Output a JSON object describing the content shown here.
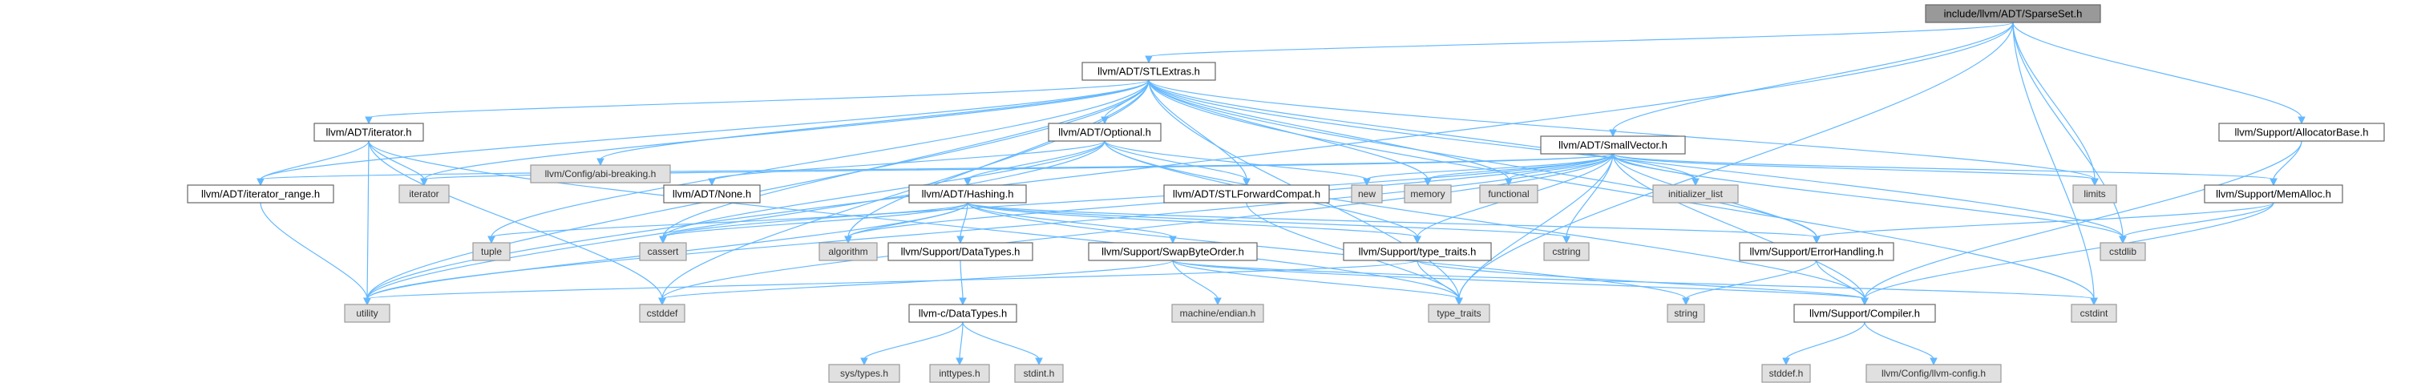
{
  "graph": {
    "nodes": [
      {
        "id": "root",
        "label": "include/llvm/ADT/SparseSet.h",
        "kind": "root"
      },
      {
        "id": "stlextras",
        "label": "llvm/ADT/STLExtras.h",
        "kind": "internal"
      },
      {
        "id": "smallvector",
        "label": "llvm/ADT/SmallVector.h",
        "kind": "internal"
      },
      {
        "id": "allocatorbase",
        "label": "llvm/Support/AllocatorBase.h",
        "kind": "internal"
      },
      {
        "id": "iterator_h",
        "label": "llvm/ADT/iterator.h",
        "kind": "internal"
      },
      {
        "id": "abibreaking",
        "label": "llvm/Config/abi-breaking.h",
        "kind": "external"
      },
      {
        "id": "optional",
        "label": "llvm/ADT/Optional.h",
        "kind": "internal"
      },
      {
        "id": "iterator_range",
        "label": "llvm/ADT/iterator_range.h",
        "kind": "internal"
      },
      {
        "id": "iterator",
        "label": "iterator",
        "kind": "external"
      },
      {
        "id": "hashing",
        "label": "llvm/ADT/Hashing.h",
        "kind": "internal"
      },
      {
        "id": "none",
        "label": "llvm/ADT/None.h",
        "kind": "internal"
      },
      {
        "id": "new",
        "label": "new",
        "kind": "external"
      },
      {
        "id": "memory",
        "label": "memory",
        "kind": "external"
      },
      {
        "id": "functional",
        "label": "functional",
        "kind": "external"
      },
      {
        "id": "stlforward",
        "label": "llvm/ADT/STLForwardCompat.h",
        "kind": "internal"
      },
      {
        "id": "initlist",
        "label": "initializer_list",
        "kind": "external"
      },
      {
        "id": "limits",
        "label": "limits",
        "kind": "external"
      },
      {
        "id": "memalloc",
        "label": "llvm/Support/MemAlloc.h",
        "kind": "internal"
      },
      {
        "id": "tuple",
        "label": "tuple",
        "kind": "external"
      },
      {
        "id": "cassert",
        "label": "cassert",
        "kind": "external"
      },
      {
        "id": "algorithm",
        "label": "algorithm",
        "kind": "external"
      },
      {
        "id": "datatypes",
        "label": "llvm/Support/DataTypes.h",
        "kind": "internal"
      },
      {
        "id": "swapbyte",
        "label": "llvm/Support/SwapByteOrder.h",
        "kind": "internal"
      },
      {
        "id": "typetraits_h",
        "label": "llvm/Support/type_traits.h",
        "kind": "internal"
      },
      {
        "id": "cstring",
        "label": "cstring",
        "kind": "external"
      },
      {
        "id": "errorhandling",
        "label": "llvm/Support/ErrorHandling.h",
        "kind": "internal"
      },
      {
        "id": "cstdlib",
        "label": "cstdlib",
        "kind": "external"
      },
      {
        "id": "utility",
        "label": "utility",
        "kind": "external"
      },
      {
        "id": "cstddef",
        "label": "cstddef",
        "kind": "external"
      },
      {
        "id": "cdatatypes",
        "label": "llvm-c/DataTypes.h",
        "kind": "internal"
      },
      {
        "id": "machine_endian",
        "label": "machine/endian.h",
        "kind": "external"
      },
      {
        "id": "type_traits",
        "label": "type_traits",
        "kind": "external"
      },
      {
        "id": "string",
        "label": "string",
        "kind": "external"
      },
      {
        "id": "compiler",
        "label": "llvm/Support/Compiler.h",
        "kind": "internal"
      },
      {
        "id": "cstdint",
        "label": "cstdint",
        "kind": "external"
      },
      {
        "id": "systypes",
        "label": "sys/types.h",
        "kind": "external"
      },
      {
        "id": "inttypes",
        "label": "inttypes.h",
        "kind": "external"
      },
      {
        "id": "stdint",
        "label": "stdint.h",
        "kind": "external"
      },
      {
        "id": "stddef",
        "label": "stddef.h",
        "kind": "external"
      },
      {
        "id": "llvmconfig",
        "label": "llvm/Config/llvm-config.h",
        "kind": "external"
      }
    ],
    "edges": [
      [
        "root",
        "stlextras"
      ],
      [
        "root",
        "smallvector"
      ],
      [
        "root",
        "allocatorbase"
      ],
      [
        "root",
        "limits"
      ],
      [
        "root",
        "cstdlib"
      ],
      [
        "root",
        "cstdint"
      ],
      [
        "root",
        "utility"
      ],
      [
        "root",
        "type_traits"
      ],
      [
        "stlextras",
        "iterator_h"
      ],
      [
        "stlextras",
        "abibreaking"
      ],
      [
        "stlextras",
        "optional"
      ],
      [
        "stlextras",
        "iterator_range"
      ],
      [
        "stlextras",
        "iterator"
      ],
      [
        "stlextras",
        "stlforward"
      ],
      [
        "stlextras",
        "memory"
      ],
      [
        "stlextras",
        "functional"
      ],
      [
        "stlextras",
        "initlist"
      ],
      [
        "stlextras",
        "limits"
      ],
      [
        "stlextras",
        "tuple"
      ],
      [
        "stlextras",
        "cassert"
      ],
      [
        "stlextras",
        "algorithm"
      ],
      [
        "stlextras",
        "errorhandling"
      ],
      [
        "stlextras",
        "cstdlib"
      ],
      [
        "stlextras",
        "utility"
      ],
      [
        "stlextras",
        "cstddef"
      ],
      [
        "stlextras",
        "type_traits"
      ],
      [
        "stlextras",
        "cstdint"
      ],
      [
        "iterator_h",
        "iterator_range"
      ],
      [
        "iterator_h",
        "iterator"
      ],
      [
        "iterator_h",
        "utility"
      ],
      [
        "iterator_h",
        "cstddef"
      ],
      [
        "iterator_h",
        "type_traits"
      ],
      [
        "iterator_range",
        "utility"
      ],
      [
        "optional",
        "hashing"
      ],
      [
        "optional",
        "none"
      ],
      [
        "optional",
        "stlforward"
      ],
      [
        "optional",
        "new"
      ],
      [
        "optional",
        "cassert"
      ],
      [
        "optional",
        "utility"
      ],
      [
        "optional",
        "typetraits_h"
      ],
      [
        "optional",
        "compiler"
      ],
      [
        "hashing",
        "datatypes"
      ],
      [
        "hashing",
        "swapbyte"
      ],
      [
        "hashing",
        "typetraits_h"
      ],
      [
        "hashing",
        "errorhandling"
      ],
      [
        "hashing",
        "algorithm"
      ],
      [
        "hashing",
        "cassert"
      ],
      [
        "hashing",
        "cstring"
      ],
      [
        "hashing",
        "string"
      ],
      [
        "hashing",
        "tuple"
      ],
      [
        "hashing",
        "utility"
      ],
      [
        "datatypes",
        "cdatatypes"
      ],
      [
        "cdatatypes",
        "systypes"
      ],
      [
        "cdatatypes",
        "inttypes"
      ],
      [
        "cdatatypes",
        "stdint"
      ],
      [
        "swapbyte",
        "machine_endian"
      ],
      [
        "swapbyte",
        "compiler"
      ],
      [
        "swapbyte",
        "cstddef"
      ],
      [
        "swapbyte",
        "cstdint"
      ],
      [
        "swapbyte",
        "type_traits"
      ],
      [
        "typetraits_h",
        "type_traits"
      ],
      [
        "typetraits_h",
        "utility"
      ],
      [
        "typetraits_h",
        "compiler"
      ],
      [
        "stlforward",
        "type_traits"
      ],
      [
        "smallvector",
        "iterator_range"
      ],
      [
        "smallvector",
        "memalloc"
      ],
      [
        "smallvector",
        "compiler"
      ],
      [
        "smallvector",
        "errorhandling"
      ],
      [
        "smallvector",
        "typetraits_h"
      ],
      [
        "smallvector",
        "algorithm"
      ],
      [
        "smallvector",
        "cassert"
      ],
      [
        "smallvector",
        "cstddef"
      ],
      [
        "smallvector",
        "cstdlib"
      ],
      [
        "smallvector",
        "cstring"
      ],
      [
        "smallvector",
        "functional"
      ],
      [
        "smallvector",
        "initlist"
      ],
      [
        "smallvector",
        "iterator"
      ],
      [
        "smallvector",
        "limits"
      ],
      [
        "smallvector",
        "memory"
      ],
      [
        "smallvector",
        "new"
      ],
      [
        "smallvector",
        "type_traits"
      ],
      [
        "smallvector",
        "utility"
      ],
      [
        "allocatorbase",
        "compiler"
      ],
      [
        "allocatorbase",
        "memalloc"
      ],
      [
        "memalloc",
        "compiler"
      ],
      [
        "memalloc",
        "errorhandling"
      ],
      [
        "memalloc",
        "cstdlib"
      ],
      [
        "errorhandling",
        "compiler"
      ],
      [
        "errorhandling",
        "string"
      ],
      [
        "compiler",
        "stddef"
      ],
      [
        "compiler",
        "llvmconfig"
      ]
    ]
  }
}
